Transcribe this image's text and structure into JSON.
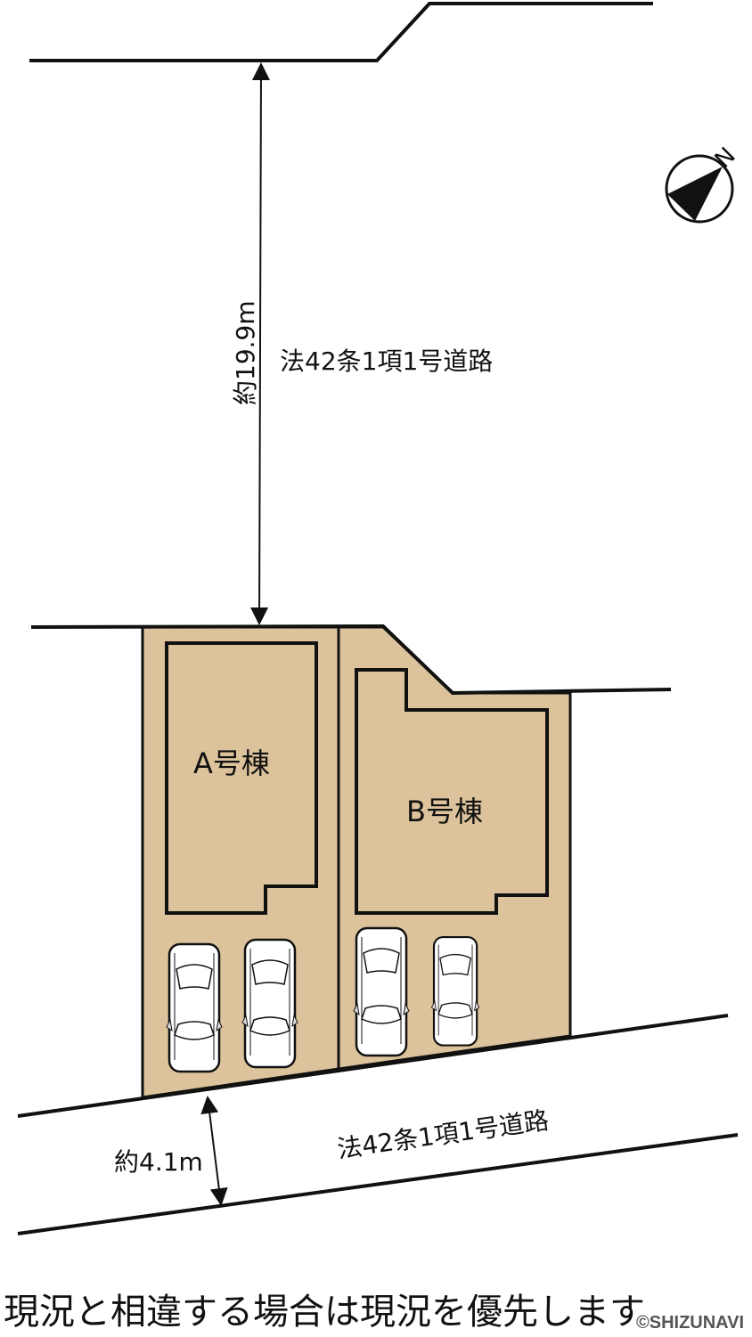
{
  "colors": {
    "lot_fill": "#dcc39b",
    "line": "#111111"
  },
  "north_road": {
    "label": "法42条1項1号道路",
    "distance": "約19.9m"
  },
  "south_road": {
    "label": "法42条1項1号道路",
    "width": "約4.1m"
  },
  "compass": {
    "label": "N"
  },
  "buildings": [
    {
      "label": "A号棟"
    },
    {
      "label": "B号棟"
    }
  ],
  "footer": {
    "note": "現況と相違する場合は現況を優先します",
    "credit": "©SHIZUNAVI"
  }
}
